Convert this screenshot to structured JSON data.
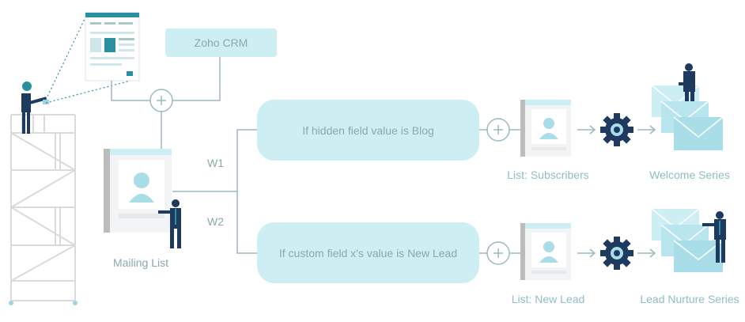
{
  "crm": {
    "label": "Zoho CRM"
  },
  "source": {
    "label": "Mailing List"
  },
  "branches": [
    {
      "weight": "W1",
      "condition": "If hidden field value is Blog",
      "list": "List: Subscribers",
      "series": "Welcome Series"
    },
    {
      "weight": "W2",
      "condition": "If custom field x's value is New Lead",
      "list": "List: New Lead",
      "series": "Lead Nurture Series"
    }
  ],
  "colors": {
    "line": "#9bb9bf",
    "box_fill": "#cdeef2",
    "text": "#8aa8ad",
    "label": "#8fbcc6",
    "teal": "#2a8fa0",
    "dark": "#1e3a5f",
    "gear": "#1e3a5f",
    "envelope": "#a9dde8",
    "card_top": "#cdeef2",
    "card_side": "#bcbcbc"
  },
  "icons": [
    "plus-icon",
    "gear-icon",
    "envelope-icon",
    "contact-card-icon",
    "person-icon",
    "scaffold-icon",
    "form-page-icon",
    "arrow-right-icon"
  ]
}
